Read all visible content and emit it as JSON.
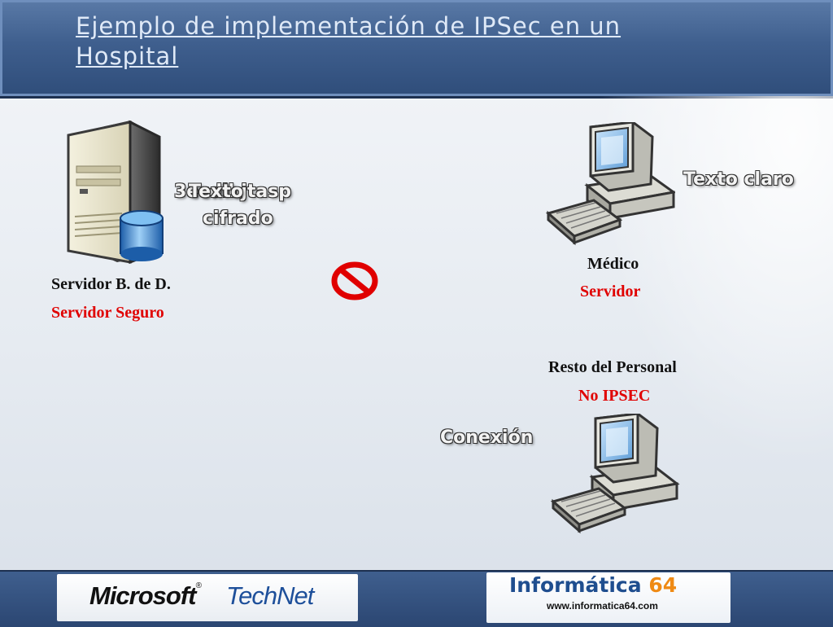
{
  "title": "Ejemplo de implementación de IPSec en un Hospital",
  "footer": {
    "microsoft": "Microsoft",
    "technet": "TechNet",
    "brand_name": "Informática",
    "brand_number": "64",
    "brand_url": "www.informatica64.com",
    "brand_color": "#1f4e8f",
    "accent_color": "#ef8a14"
  },
  "diagram": {
    "server": {
      "icon": "server-database-icon",
      "name": "Servidor B. de D.",
      "role": "Servidor Seguro"
    },
    "doctor": {
      "icon": "workstation-icon",
      "name": "Médico",
      "role": "Servidor"
    },
    "staff": {
      "icon": "workstation-icon",
      "name": "Resto del Personal",
      "role": "No IPSEC"
    },
    "flow_overlap_a": "3ecdibjtasp",
    "flow_overlap_b": "Texto",
    "flow_cifrado": "cifrado",
    "flow_texto_claro": "Texto claro",
    "flow_conexion": "Conexión",
    "blocked_icon": "prohibited-icon",
    "role_color": "#e00000"
  }
}
